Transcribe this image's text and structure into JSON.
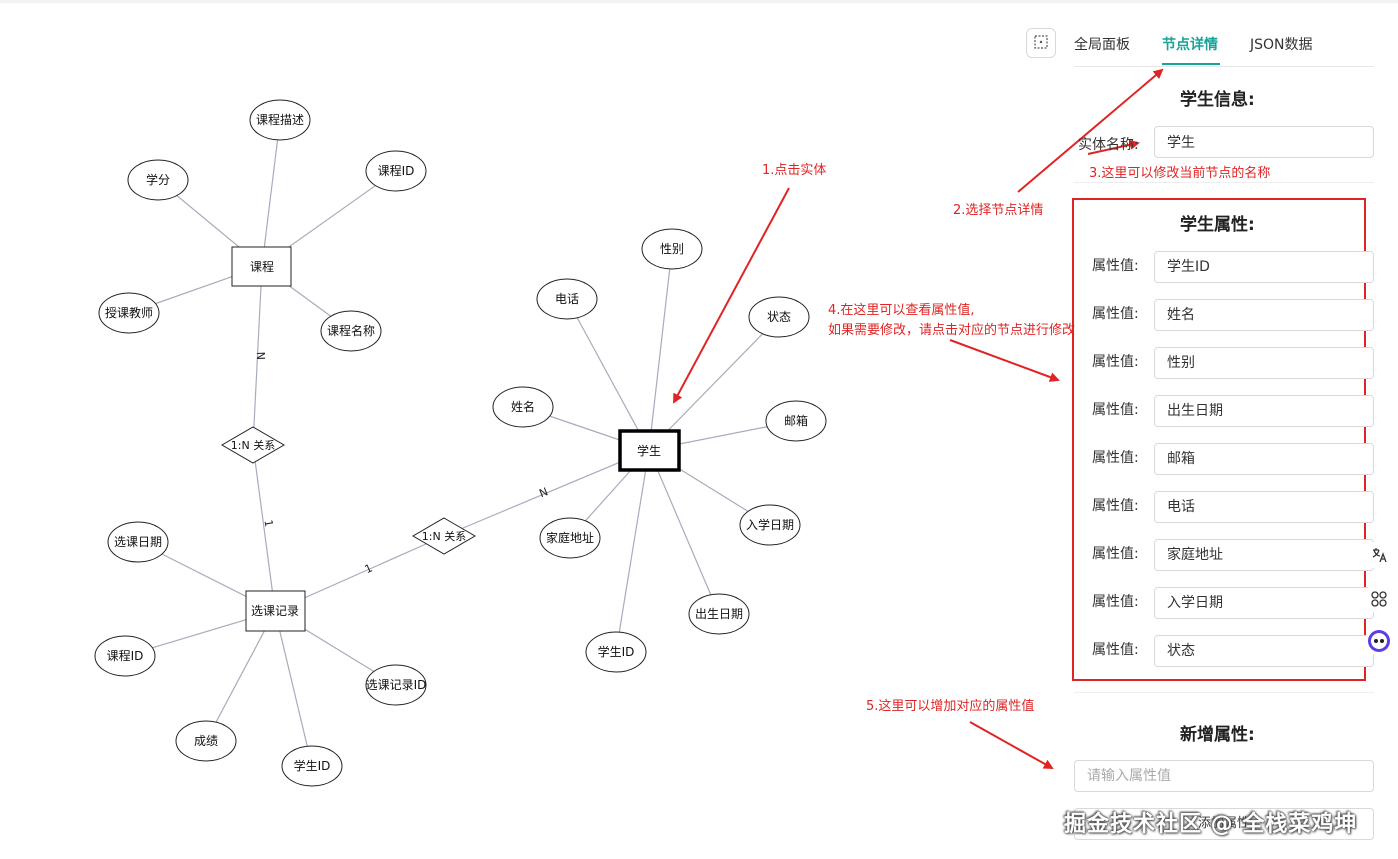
{
  "diagram": {
    "entities": {
      "course": "课程",
      "record": "选课记录",
      "student": "学生"
    },
    "relations": {
      "rel1": "1:N 关系",
      "rel2": "1:N 关系"
    },
    "cardinalities": {
      "course_rel1": "N",
      "rel1_record": "1",
      "record_rel2": "1",
      "rel2_student": "N"
    },
    "course_attrs": [
      "课程描述",
      "学分",
      "课程ID",
      "授课教师",
      "课程名称"
    ],
    "record_attrs": [
      "选课日期",
      "课程ID",
      "选课记录ID",
      "成绩",
      "学生ID"
    ],
    "student_attrs": [
      "性别",
      "电话",
      "状态",
      "姓名",
      "邮箱",
      "入学日期",
      "家庭地址",
      "出生日期",
      "学生ID"
    ]
  },
  "tabs": [
    {
      "label": "全局面板",
      "active": false
    },
    {
      "label": "节点详情",
      "active": true
    },
    {
      "label": "JSON数据",
      "active": false
    }
  ],
  "detail": {
    "info_title": "学生信息:",
    "entity_name_label": "实体名称:",
    "entity_name_value": "学生",
    "attrs_title": "学生属性:",
    "attr_label": "属性值:",
    "attrs": [
      "学生ID",
      "姓名",
      "性别",
      "出生日期",
      "邮箱",
      "电话",
      "家庭地址",
      "入学日期",
      "状态"
    ],
    "new_title": "新增属性:",
    "new_placeholder": "请输入属性值",
    "add_button": "添加属性"
  },
  "annotations": {
    "a1": "1.点击实体",
    "a2": "2.选择节点详情",
    "a3": "3.这里可以修改当前节点的名称",
    "a4_line1": "4.在这里可以查看属性值,",
    "a4_line2": "如果需要修改，请点击对应的节点进行修改",
    "a5": "5.这里可以增加对应的属性值"
  },
  "watermark": "掘金技术社区 @ 全栈菜鸡坤",
  "colors": {
    "accent": "#17a398",
    "annotation": "#e02424",
    "edge": "#a7acbd"
  }
}
